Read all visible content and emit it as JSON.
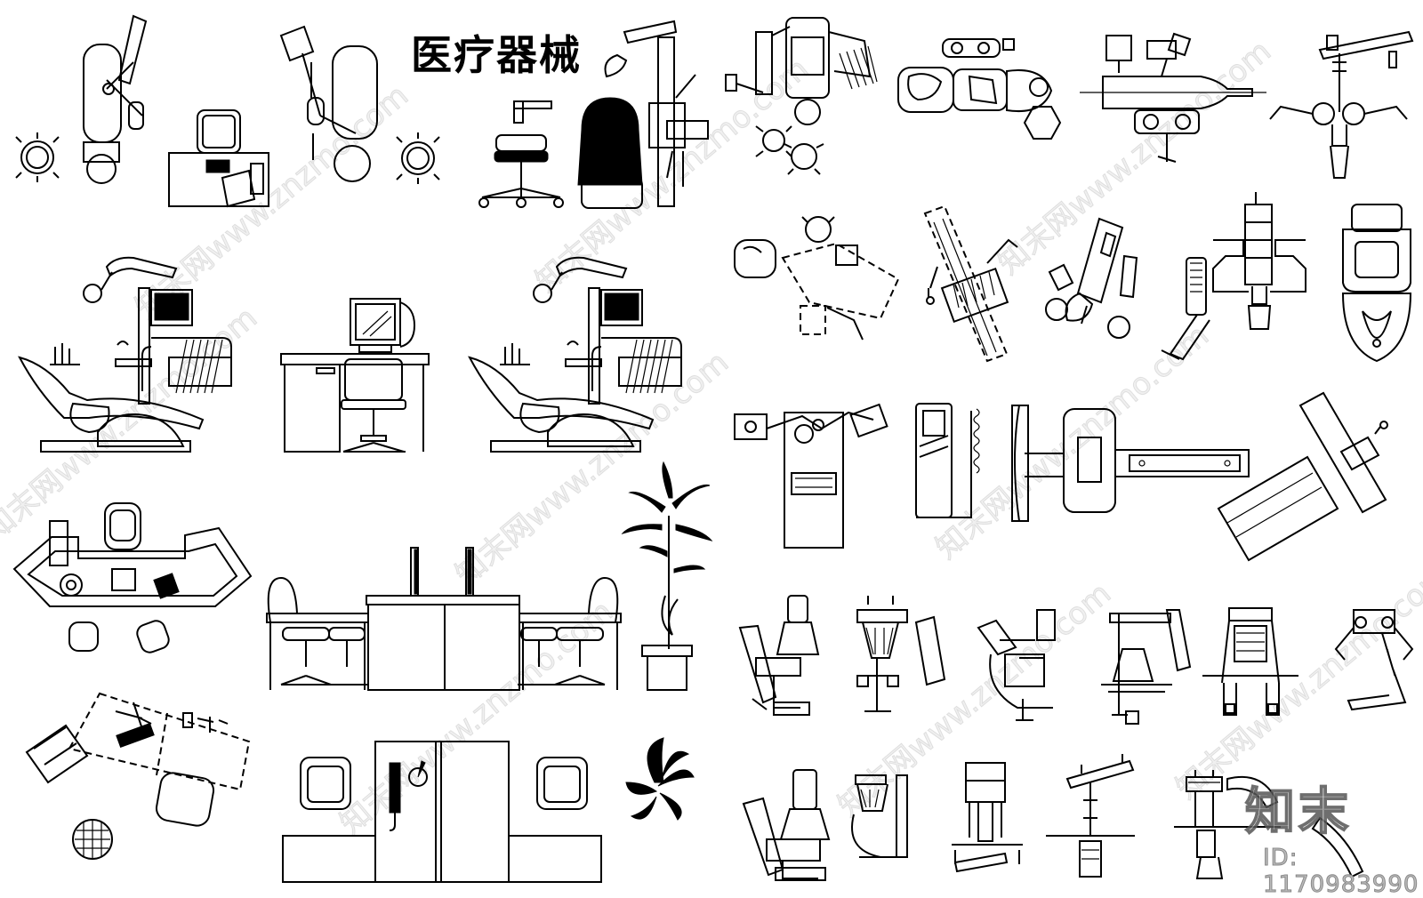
{
  "title": "医疗器械",
  "brand": {
    "logo_text": "知末",
    "id_text": "ID: 1170983990"
  },
  "watermark": {
    "text": "知末网www.znzmo.com"
  },
  "icons": {
    "dental-chair": "dental-chair-icon",
    "office-chair": "office-chair-icon",
    "computer-desk": "computer-desk-icon",
    "potted-plant": "potted-plant-icon",
    "fitness-machine": "fitness-machine-icon"
  }
}
